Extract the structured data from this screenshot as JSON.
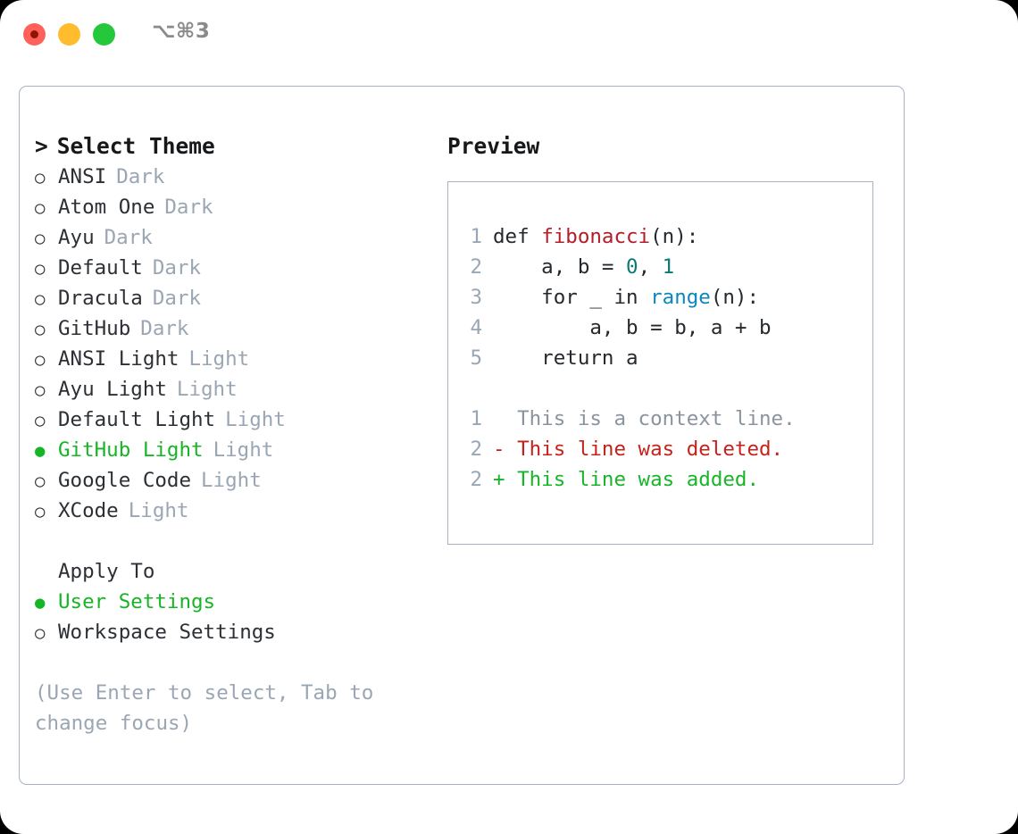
{
  "titlebar": {
    "shortcut": "⌥⌘3",
    "lights": [
      "close-red",
      "minimize-yellow",
      "zoom-green"
    ]
  },
  "left": {
    "heading_caret": ">",
    "heading": "Select Theme",
    "bullet_unselected": "○",
    "bullet_selected": "●",
    "themes": [
      {
        "bullet": "○",
        "name": "ANSI",
        "category": "Dark",
        "selected": false
      },
      {
        "bullet": "○",
        "name": "Atom One",
        "category": "Dark",
        "selected": false
      },
      {
        "bullet": "○",
        "name": "Ayu",
        "category": "Dark",
        "selected": false
      },
      {
        "bullet": "○",
        "name": "Default",
        "category": "Dark",
        "selected": false
      },
      {
        "bullet": "○",
        "name": "Dracula",
        "category": "Dark",
        "selected": false
      },
      {
        "bullet": "○",
        "name": "GitHub",
        "category": "Dark",
        "selected": false
      },
      {
        "bullet": "○",
        "name": "ANSI Light",
        "category": "Light",
        "selected": false
      },
      {
        "bullet": "○",
        "name": "Ayu Light",
        "category": "Light",
        "selected": false
      },
      {
        "bullet": "○",
        "name": "Default Light",
        "category": "Light",
        "selected": false
      },
      {
        "bullet": "●",
        "name": "GitHub Light",
        "category": "Light",
        "selected": true
      },
      {
        "bullet": "○",
        "name": "Google Code",
        "category": "Light",
        "selected": false
      },
      {
        "bullet": "○",
        "name": "XCode",
        "category": "Light",
        "selected": false
      }
    ],
    "apply_to_title": "Apply To",
    "apply_to": [
      {
        "bullet": "●",
        "name": "User Settings",
        "selected": true
      },
      {
        "bullet": "○",
        "name": "Workspace Settings",
        "selected": false
      }
    ],
    "hint": "(Use Enter to select, Tab to change focus)"
  },
  "right": {
    "preview_title": "Preview",
    "code_lines": [
      {
        "num": "1",
        "tokens": [
          {
            "t": "def ",
            "c": "plain"
          },
          {
            "t": "fibonacci",
            "c": "func"
          },
          {
            "t": "(n):",
            "c": "plain"
          }
        ]
      },
      {
        "num": "2",
        "tokens": [
          {
            "t": "    a, b = ",
            "c": "plain"
          },
          {
            "t": "0",
            "c": "num"
          },
          {
            "t": ", ",
            "c": "plain"
          },
          {
            "t": "1",
            "c": "num"
          }
        ]
      },
      {
        "num": "3",
        "tokens": [
          {
            "t": "    for _ in ",
            "c": "plain"
          },
          {
            "t": "range",
            "c": "call"
          },
          {
            "t": "(n):",
            "c": "plain"
          }
        ]
      },
      {
        "num": "4",
        "tokens": [
          {
            "t": "        a, b = b, a + b",
            "c": "plain"
          }
        ]
      },
      {
        "num": "5",
        "tokens": [
          {
            "t": "    return a",
            "c": "plain"
          }
        ]
      }
    ],
    "diff_lines": [
      {
        "num": "1",
        "tokens": [
          {
            "t": "  This is a context line.",
            "c": "ctx"
          }
        ]
      },
      {
        "num": "2",
        "tokens": [
          {
            "t": "- This line was deleted.",
            "c": "del"
          }
        ]
      },
      {
        "num": "2",
        "tokens": [
          {
            "t": "+ This line was added.",
            "c": "add"
          }
        ]
      }
    ]
  },
  "colors": {
    "accent_green": "#17b526",
    "muted": "#9aa6b4",
    "border": "#a8b2c1",
    "text": "#2c2f34",
    "func_red": "#b31d28",
    "number_teal": "#0a7a77",
    "call_blue": "#0b87bd",
    "diff_delete": "#c4221c",
    "diff_add": "#18b52a",
    "light_red": "#ff6159",
    "light_yellow": "#ffbd2e",
    "light_green": "#25c83b"
  }
}
